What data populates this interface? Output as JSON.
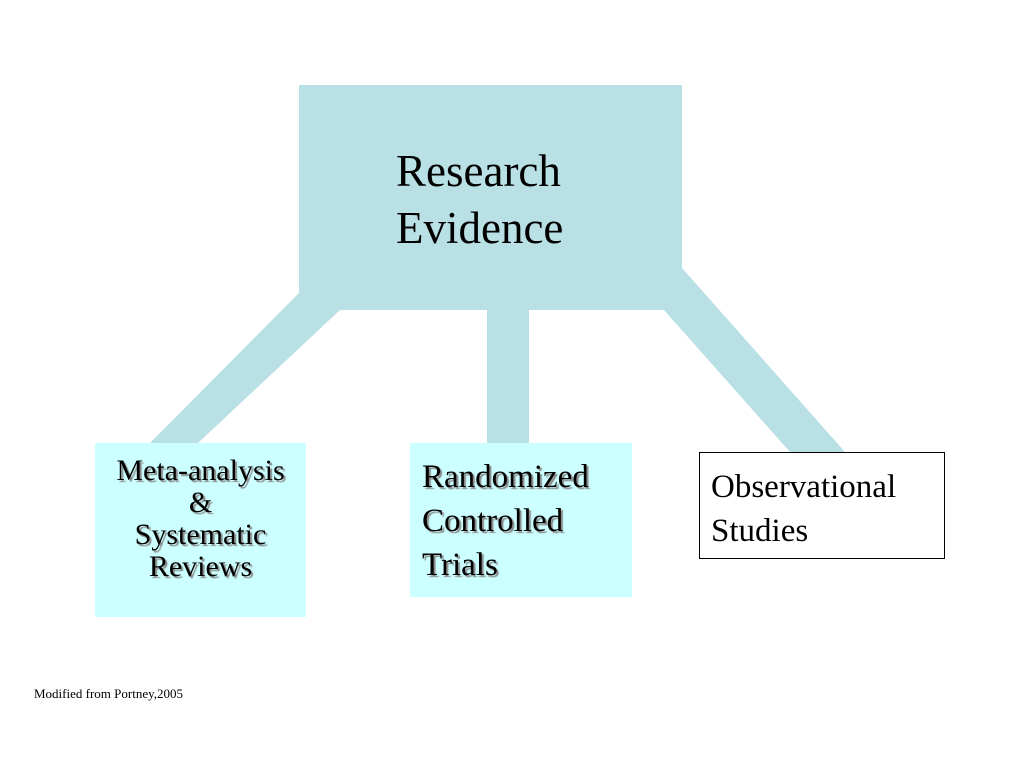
{
  "colors": {
    "background": "#ffffff",
    "root_fill": "#b9e0e4",
    "connector": "#b9e0e4",
    "child_fill": "#ccffff",
    "observational_fill": "#ffffff",
    "observational_border": "#000000",
    "text": "#000000"
  },
  "root": {
    "lines": [
      "Research",
      "Evidence"
    ]
  },
  "children": [
    {
      "id": "meta",
      "lines": [
        "Meta-analysis",
        "&",
        "Systematic",
        "Reviews"
      ]
    },
    {
      "id": "rct",
      "lines": [
        "Randomized",
        "Controlled",
        "Trials"
      ]
    },
    {
      "id": "obs",
      "lines": [
        "Observational",
        "Studies"
      ]
    }
  ],
  "footnote": "Modified from Portney,2005"
}
